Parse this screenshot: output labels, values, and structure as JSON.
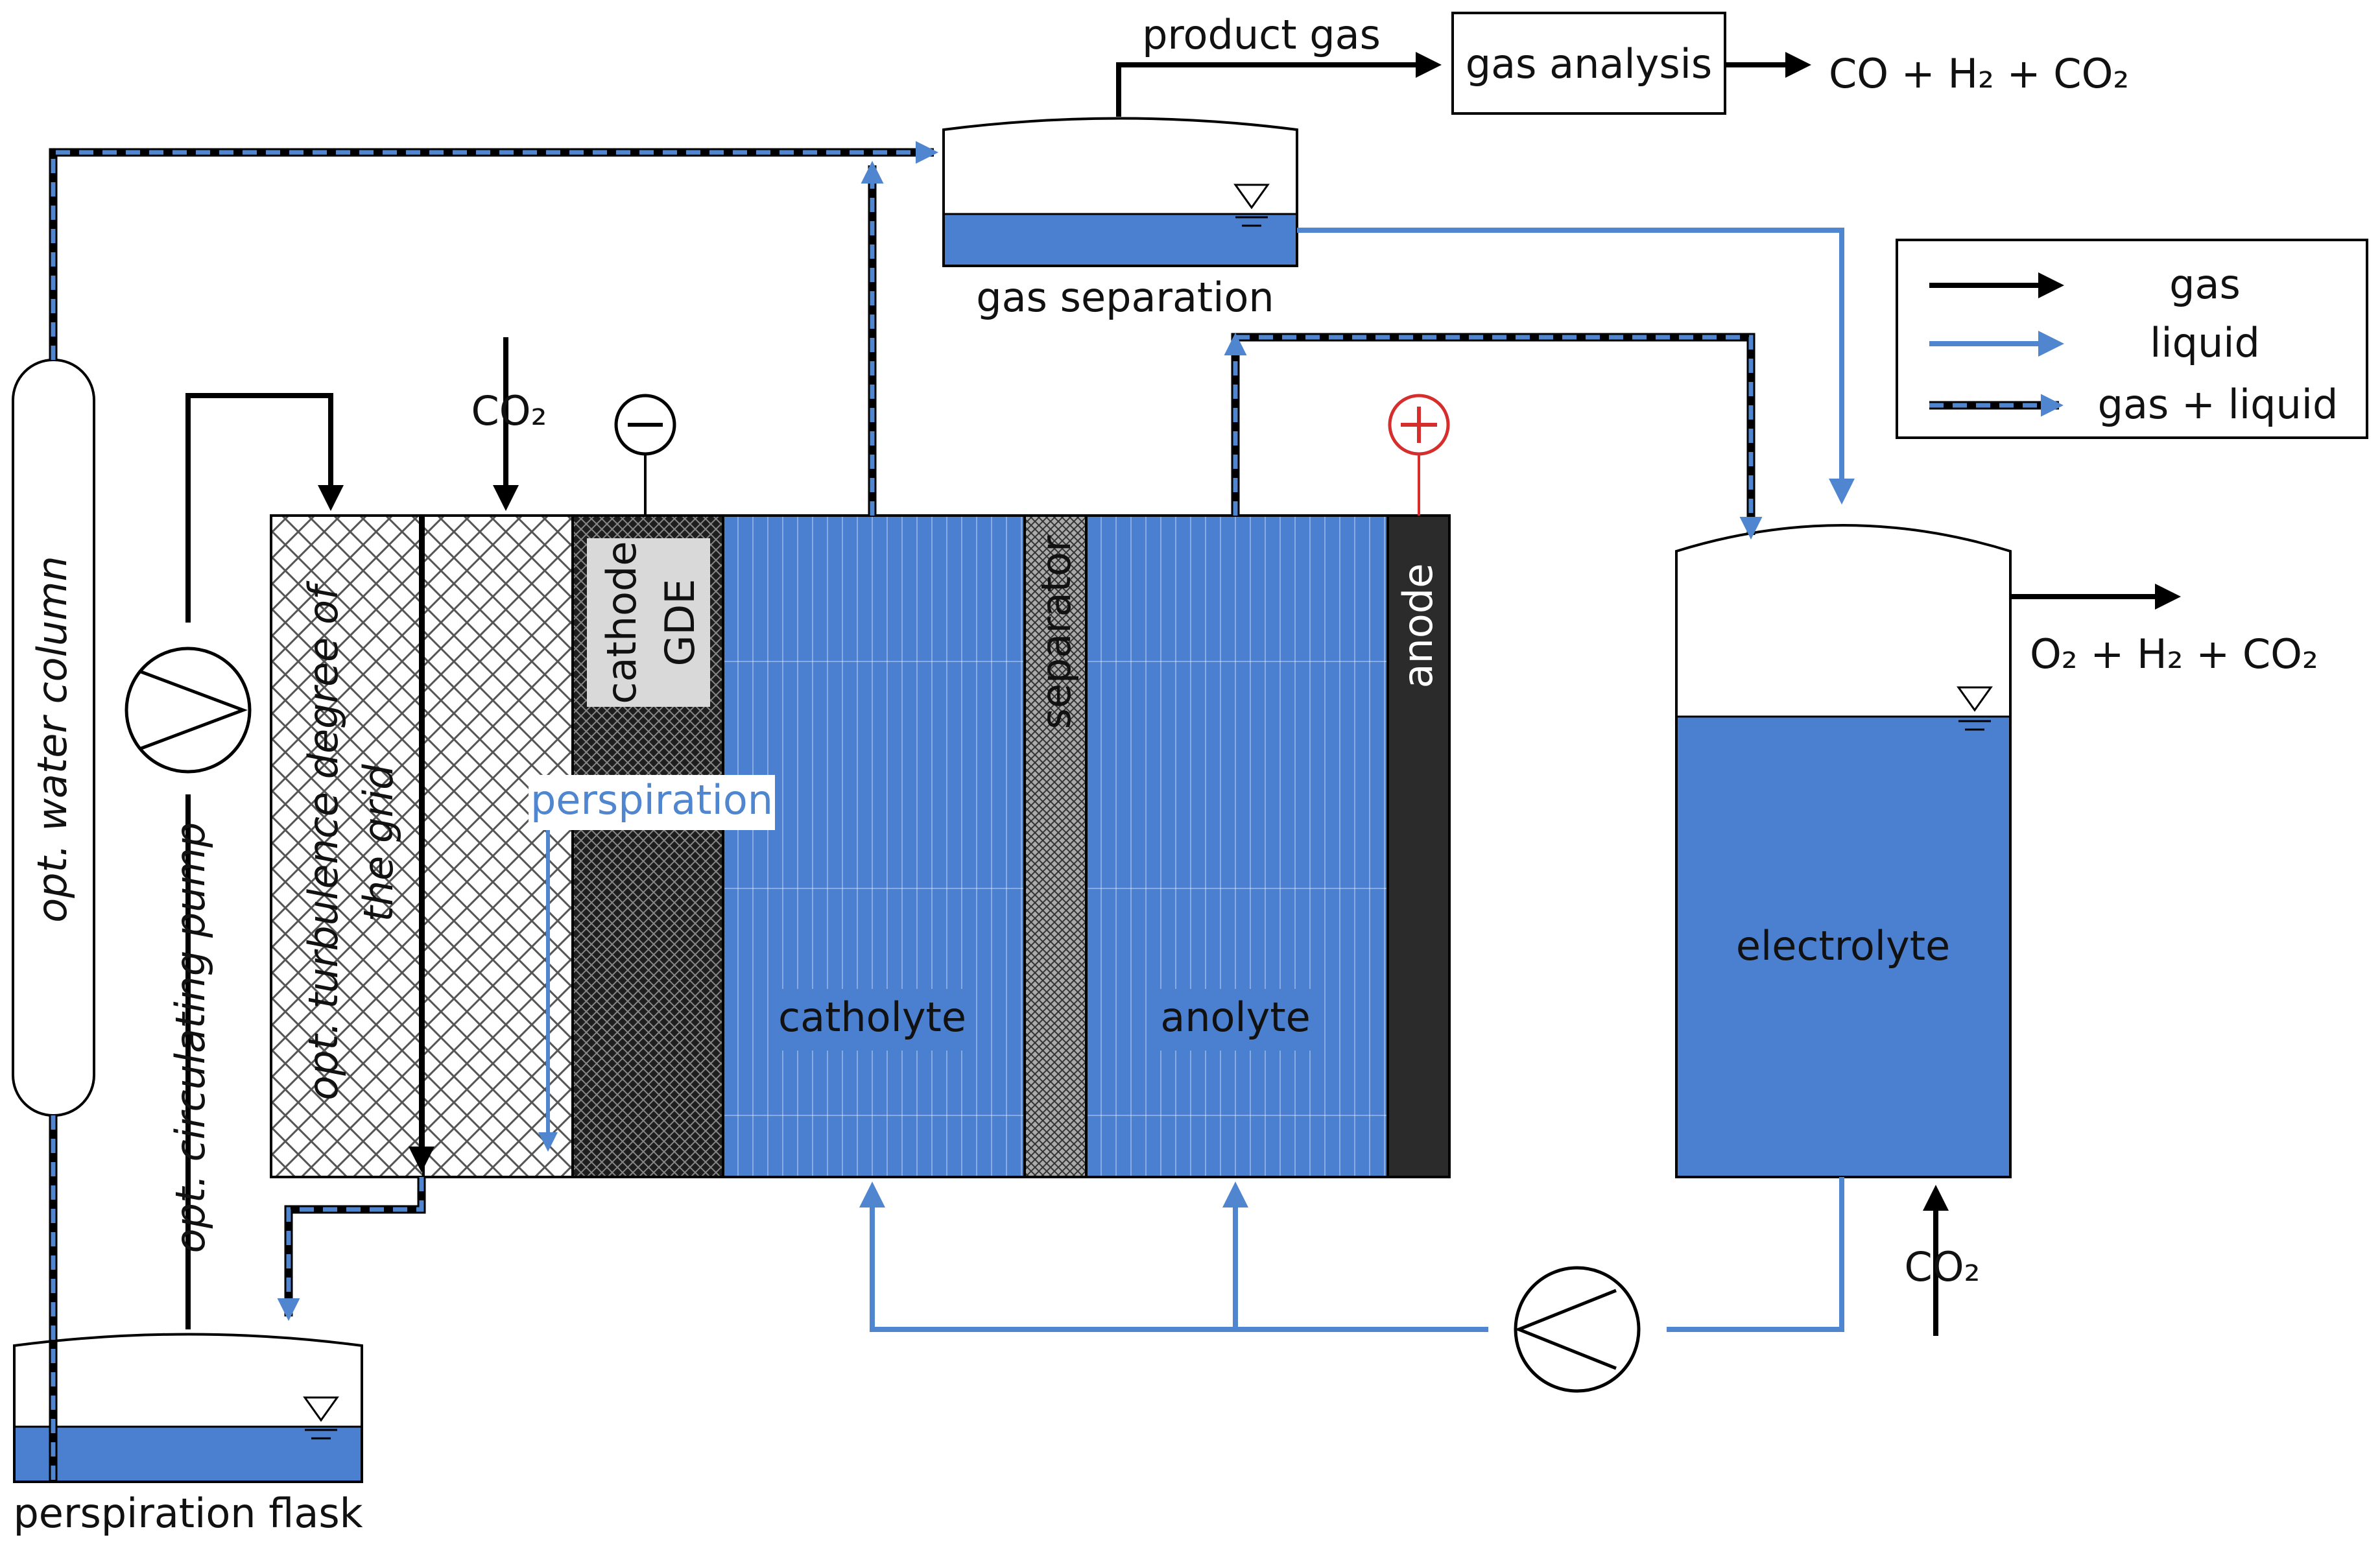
{
  "colors": {
    "liquid": "#4f86cf",
    "fill_blue": "#4a80cf",
    "gas": "#000000",
    "anode_red": "#d62d2d",
    "anode_block": "#2b2b2b"
  },
  "labels": {
    "product_gas": "product gas",
    "gas_analysis": "gas analysis",
    "gas_separation": "gas separation",
    "co2_top": "CO₂",
    "co2_bottom": "CO₂",
    "cathode": "cathode",
    "gde": "GDE",
    "separator": "separator",
    "anode": "anode",
    "catholyte": "catholyte",
    "anolyte": "anolyte",
    "electrolyte": "electrolyte",
    "perspiration": "perspiration",
    "perspiration_flask": "perspiration flask",
    "opt_water_column": "opt. water column",
    "opt_circulating_pump": "opt. circulating pump",
    "opt_turbulence_1": "opt. turbulence degree of",
    "opt_turbulence_2": "the grid"
  },
  "outputs": {
    "product": "CO + H₂ + CO₂",
    "anode_gas": "O₂ + H₂ + CO₂"
  },
  "legend": {
    "gas": "gas",
    "liquid": "liquid",
    "gas_liquid": "gas + liquid"
  }
}
